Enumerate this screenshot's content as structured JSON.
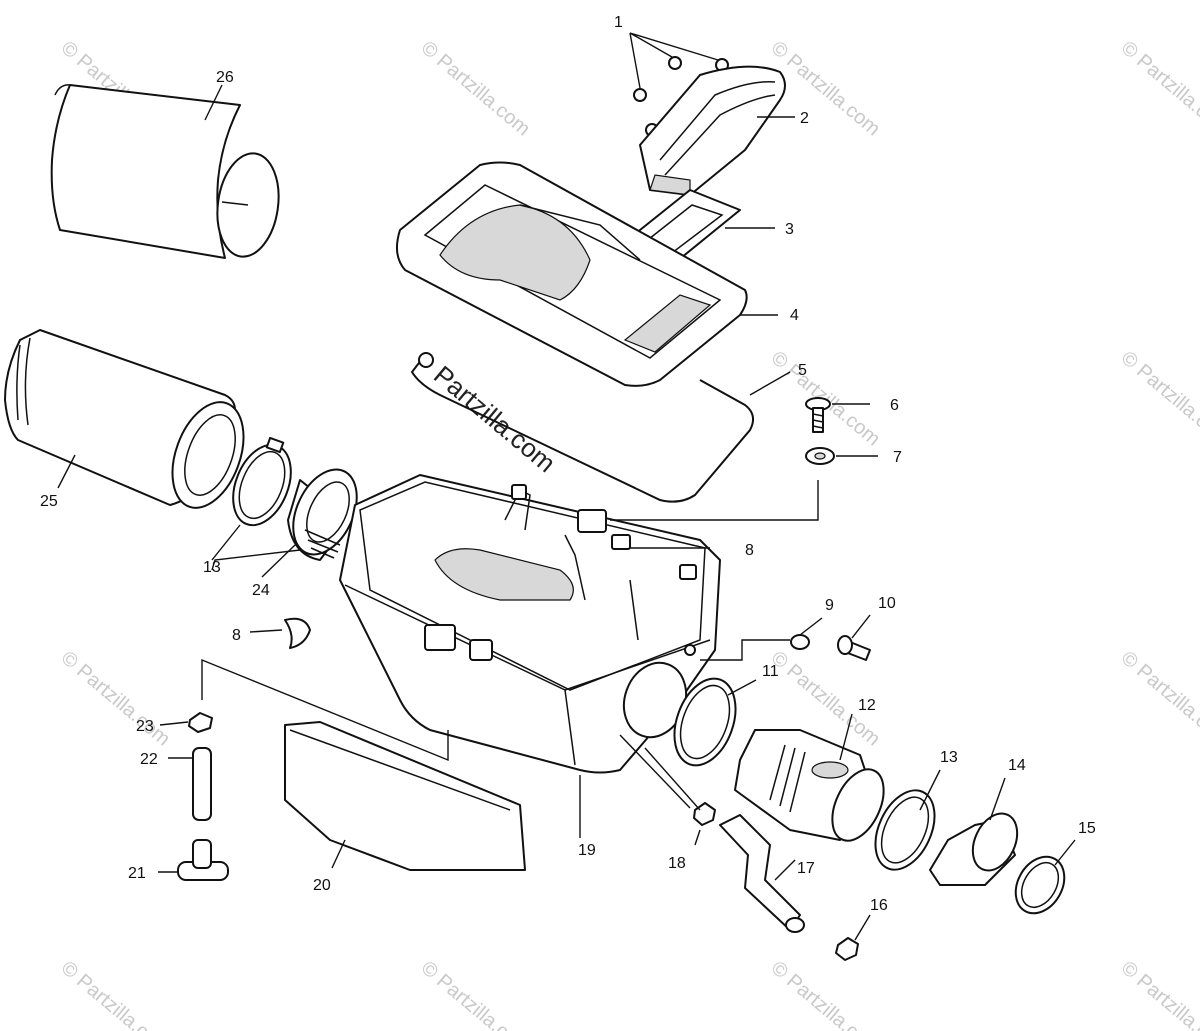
{
  "watermark": {
    "small_text": "© Partzilla.com",
    "large_text": "Partzilla.com"
  },
  "callouts": [
    {
      "label": "1"
    },
    {
      "label": "2"
    },
    {
      "label": "3"
    },
    {
      "label": "4"
    },
    {
      "label": "5"
    },
    {
      "label": "6"
    },
    {
      "label": "7"
    },
    {
      "label": "8"
    },
    {
      "label": "8"
    },
    {
      "label": "9"
    },
    {
      "label": "10"
    },
    {
      "label": "11"
    },
    {
      "label": "12"
    },
    {
      "label": "13"
    },
    {
      "label": "13"
    },
    {
      "label": "14"
    },
    {
      "label": "15"
    },
    {
      "label": "16"
    },
    {
      "label": "17"
    },
    {
      "label": "18"
    },
    {
      "label": "19"
    },
    {
      "label": "20"
    },
    {
      "label": "21"
    },
    {
      "label": "22"
    },
    {
      "label": "23"
    },
    {
      "label": "24"
    },
    {
      "label": "25"
    },
    {
      "label": "26"
    }
  ]
}
